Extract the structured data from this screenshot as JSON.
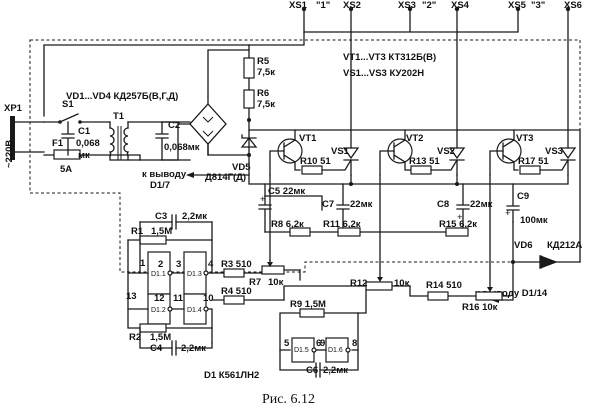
{
  "caption": "Рис. 6.12",
  "terminals": {
    "xs1": "XS1",
    "xs1_note": "\"1\"",
    "xs2": "XS2",
    "xs3": "XS3",
    "xs3_note": "\"2\"",
    "xs4": "XS4",
    "xs5": "XS5",
    "xs5_note": "\"3\"",
    "xs6": "XS6",
    "xp1": "XP1",
    "mains": "~220В"
  },
  "notes": {
    "vd_group": "VD1...VD4  КД257Б(В,Г,Д)",
    "vt_group": "VT1...VT3  КТ312Б(В)",
    "vs_group": "VS1...VS3  КУ202Н",
    "d1": "D1  К561ЛН2",
    "to_d1_7": "к выводу",
    "to_d1_7b": "D1/7",
    "to_d1_14": "к выводу D1/14"
  },
  "parts": {
    "s1": "S1",
    "f1": "F1",
    "f1v": "5А",
    "t1": "T1",
    "c1": "C1",
    "c1v": "0,068",
    "c1u": "мк",
    "c2": "C2",
    "c2v": "0,068мк",
    "r5": "R5",
    "r5v": "7,5к",
    "r6": "R6",
    "r6v": "7,5к",
    "vd5": "VD5",
    "vd5v": "Д814Г(Д)",
    "vt1": "VT1",
    "vt2": "VT2",
    "vt3": "VT3",
    "vs1": "VS1",
    "vs2": "VS2",
    "vs3": "VS3",
    "r10": "R10  51",
    "r13": "R13  51",
    "r17": "R17  51",
    "c5": "C5  22мк",
    "c7": "C7",
    "c7v": "22мк",
    "c8": "C8",
    "c8v": "22мк",
    "c9": "C9",
    "c9v": "100мк",
    "r8": "R8  6,2к",
    "r11": "R11  6,2к",
    "r15": "R15  6,2к",
    "vd6": "VD6",
    "vd6v": "КД212А",
    "c3": "C3",
    "c3v": "2,2мк",
    "r1": "R1",
    "r1v": "1,5М",
    "r2": "R2",
    "r2v": "1,5М",
    "c4": "C4",
    "c4v": "2,2мк",
    "r3": "R3  510",
    "r4": "R4  510",
    "r7": "R7",
    "r7v": "10к",
    "r12": "R12",
    "r12v": "10к",
    "r14": "R14  510",
    "r16": "R16  10к",
    "r9": "R9  1,5М",
    "c6": "C6",
    "c6v": "2,2мк",
    "u1": "D1.1",
    "u2": "D1.2",
    "u3": "D1.3",
    "u4": "D1.4",
    "u5": "D1.5",
    "u6": "D1.6",
    "p1": "1",
    "p2": "2",
    "p3": "3",
    "p4": "4",
    "p5": "5",
    "p6": "6",
    "p8": "8",
    "p9": "9",
    "p10": "10",
    "p11": "11",
    "p12": "12",
    "p13": "13"
  }
}
